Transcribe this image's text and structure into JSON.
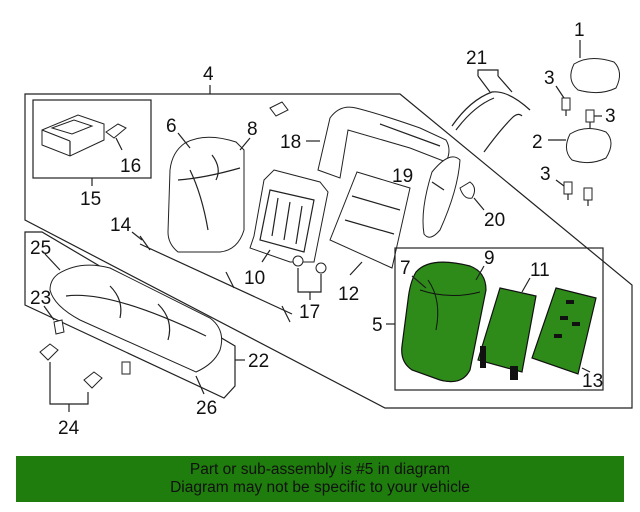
{
  "labels": {
    "c1": "1",
    "c2": "2",
    "c3a": "3",
    "c3b": "3",
    "c3c": "3",
    "c4": "4",
    "c5": "5",
    "c6": "6",
    "c7": "7",
    "c8": "8",
    "c9": "9",
    "c10": "10",
    "c11": "11",
    "c12": "12",
    "c13": "13",
    "c14": "14",
    "c15": "15",
    "c16": "16",
    "c17": "17",
    "c18": "18",
    "c19": "19",
    "c20": "20",
    "c21": "21",
    "c22": "22",
    "c23": "23",
    "c24": "24",
    "c25": "25",
    "c26": "26"
  },
  "colors": {
    "highlight": "#2e8b1a",
    "banner": "#1e7d0c"
  },
  "banner": {
    "line1": "Part or sub-assembly is #5 in diagram",
    "line2": "Diagram may not be specific to your vehicle"
  }
}
